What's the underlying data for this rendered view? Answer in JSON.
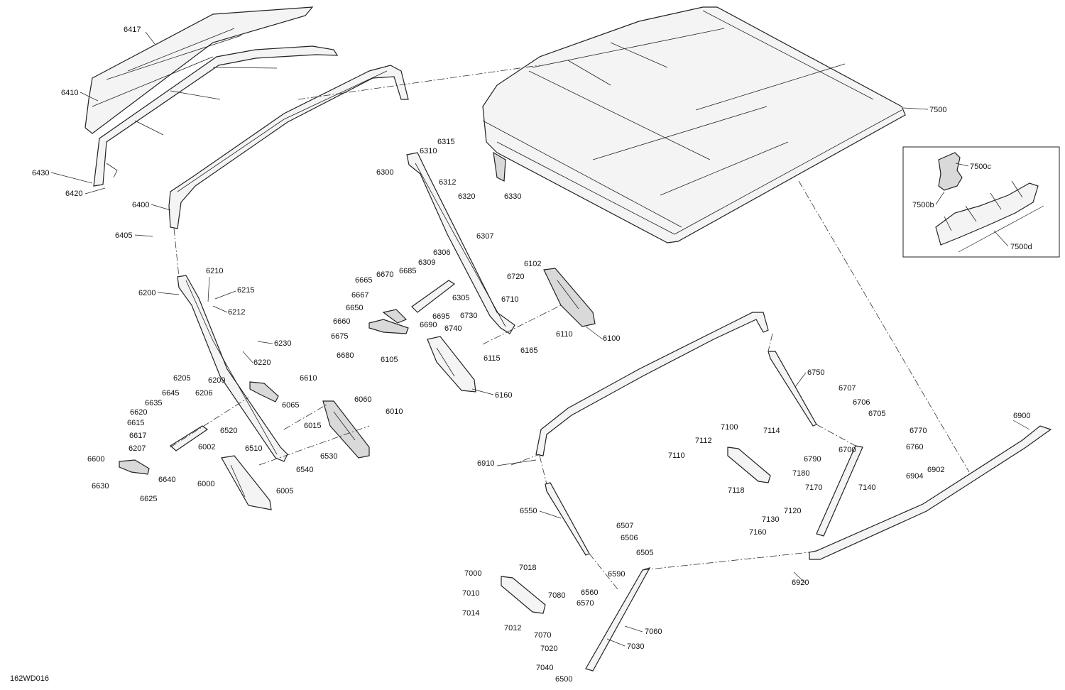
{
  "diagram": {
    "drawing_code": "162WD016",
    "inset_labels": [
      "7500c",
      "7500b",
      "7500d"
    ],
    "part_labels": [
      "6417",
      "6410",
      "6430",
      "6420",
      "6400",
      "6405",
      "6200",
      "6210",
      "6215",
      "6212",
      "6230",
      "6220",
      "6205",
      "6209",
      "6645",
      "6206",
      "6635",
      "6620",
      "6615",
      "6617",
      "6207",
      "6600",
      "6630",
      "6625",
      "6640",
      "6610",
      "6065",
      "6060",
      "6010",
      "6015",
      "6520",
      "6002",
      "6510",
      "6540",
      "6530",
      "6000",
      "6005",
      "6300",
      "6310",
      "6315",
      "6312",
      "6320",
      "6330",
      "6307",
      "6306",
      "6309",
      "6665",
      "6670",
      "6685",
      "6667",
      "6650",
      "6305",
      "6695",
      "6690",
      "6660",
      "6675",
      "6680",
      "6730",
      "6740",
      "6710",
      "6720",
      "6102",
      "6100",
      "6110",
      "6165",
      "6115",
      "6105",
      "6160",
      "7500",
      "6750",
      "6707",
      "6706",
      "6705",
      "6770",
      "6760",
      "6700",
      "6790",
      "7100",
      "7114",
      "7112",
      "7110",
      "7118",
      "7180",
      "7170",
      "7140",
      "7120",
      "7130",
      "7160",
      "6900",
      "6904",
      "6902",
      "6910",
      "6920",
      "6550",
      "6507",
      "6506",
      "6505",
      "6590",
      "6560",
      "6570",
      "7000",
      "7018",
      "7010",
      "7014",
      "7012",
      "7080",
      "7070",
      "7020",
      "7040",
      "6500",
      "7060",
      "7030"
    ]
  }
}
